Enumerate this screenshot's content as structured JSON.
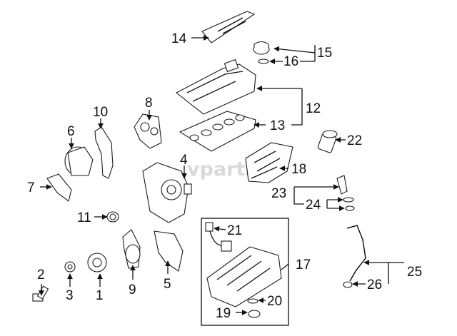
{
  "watermark": "vparts",
  "callouts": [
    {
      "id": "c1",
      "text": "1"
    },
    {
      "id": "c2",
      "text": "2"
    },
    {
      "id": "c3",
      "text": "3"
    },
    {
      "id": "c4",
      "text": "4"
    },
    {
      "id": "c5",
      "text": "5"
    },
    {
      "id": "c6",
      "text": "6"
    },
    {
      "id": "c7",
      "text": "7"
    },
    {
      "id": "c8",
      "text": "8"
    },
    {
      "id": "c9",
      "text": "9"
    },
    {
      "id": "c10",
      "text": "10"
    },
    {
      "id": "c11",
      "text": "11"
    },
    {
      "id": "c12",
      "text": "12"
    },
    {
      "id": "c13",
      "text": "13"
    },
    {
      "id": "c14",
      "text": "14"
    },
    {
      "id": "c15",
      "text": "15"
    },
    {
      "id": "c16",
      "text": "16"
    },
    {
      "id": "c17",
      "text": "17"
    },
    {
      "id": "c18",
      "text": "18"
    },
    {
      "id": "c19",
      "text": "19"
    },
    {
      "id": "c20",
      "text": "20"
    },
    {
      "id": "c21",
      "text": "21"
    },
    {
      "id": "c22",
      "text": "22"
    },
    {
      "id": "c23",
      "text": "23"
    },
    {
      "id": "c24",
      "text": "24"
    },
    {
      "id": "c25",
      "text": "25"
    },
    {
      "id": "c26",
      "text": "26"
    }
  ]
}
